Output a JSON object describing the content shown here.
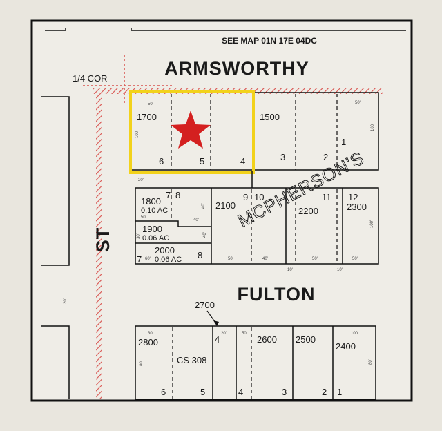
{
  "map_reference": "SEE MAP 01N 17E 04DC",
  "corner_label": "1/4 COR",
  "streets": {
    "north": "ARMSWORTHY",
    "middle": "FULTON",
    "west": "ST",
    "addition": "MCPHERSON'S"
  },
  "highlight": {
    "color": "#f2d21b",
    "star_color": "#d42020"
  },
  "block_north": {
    "parcels": [
      "1700",
      "1500"
    ],
    "lots": [
      "6",
      "5",
      "4",
      "3",
      "2",
      "1"
    ]
  },
  "block_middle": {
    "parcels": [
      {
        "no": "1800",
        "acres": "0.10 AC"
      },
      {
        "no": "1900",
        "acres": "0.06 AC"
      },
      {
        "no": "2000",
        "acres": "0.06 AC"
      },
      {
        "no": "2100"
      },
      {
        "no": "2200"
      },
      {
        "no": "2300"
      }
    ],
    "lots": [
      "7",
      "8",
      "9",
      "10",
      "11",
      "12",
      "7",
      "8"
    ]
  },
  "block_south": {
    "parcels": [
      "2800",
      "CS 308",
      "2600",
      "2500",
      "2400"
    ],
    "lots": [
      "6",
      "5",
      "4",
      "4",
      "3",
      "2",
      "1"
    ],
    "callout": "2700",
    "callout_lot": "4"
  },
  "dims": [
    "50'",
    "100'",
    "50'",
    "100'",
    "40'",
    "50'",
    "40'",
    "30'",
    "60'",
    "40'",
    "50'",
    "40'",
    "50'",
    "100'",
    "50'",
    "20'",
    "30'",
    "20'",
    "50'",
    "100'",
    "80'",
    "80'",
    "20'",
    "10'",
    "10'"
  ]
}
